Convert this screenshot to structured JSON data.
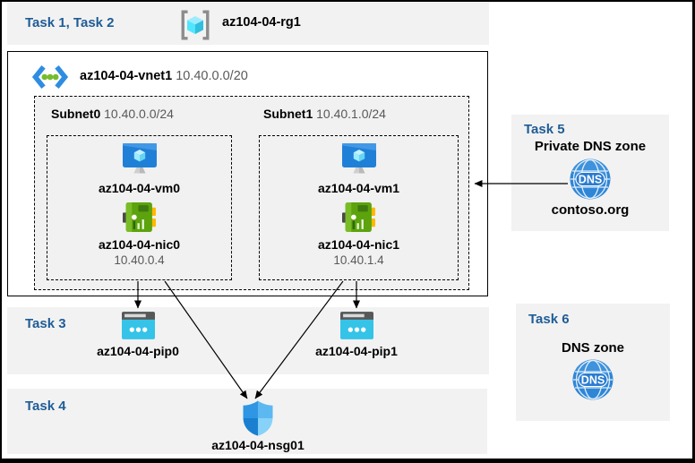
{
  "colors": {
    "task_label": "#1F5C97",
    "panel_bg": "#F2F2F2",
    "muted_text": "#595959",
    "arrow": "#000000",
    "vm_blue": "#2080D8",
    "nic_green": "#5CA30D",
    "pip_cyan": "#35C3E8",
    "nsg_blue": "#2E96E3",
    "dns_blue": "#2F86D6"
  },
  "header": {
    "tasks_label": "Task 1, Task 2",
    "resource_group": "az104-04-rg1"
  },
  "vnet": {
    "name": "az104-04-vnet1",
    "cidr": "10.40.0.0/20",
    "subnets": [
      {
        "name": "Subnet0",
        "cidr": "10.40.0.0/24",
        "vm_name": "az104-04-vm0",
        "nic_name": "az104-04-nic0",
        "nic_ip": "10.40.0.4"
      },
      {
        "name": "Subnet1",
        "cidr": "10.40.1.0/24",
        "vm_name": "az104-04-vm1",
        "nic_name": "az104-04-nic1",
        "nic_ip": "10.40.1.4"
      }
    ]
  },
  "task3": {
    "label": "Task 3",
    "pip0": "az104-04-pip0",
    "pip1": "az104-04-pip1"
  },
  "task4": {
    "label": "Task 4",
    "nsg_name": "az104-04-nsg01"
  },
  "task5": {
    "label": "Task 5",
    "title": "Private DNS zone",
    "zone_name": "contoso.org",
    "dns_icon_text": "DNS"
  },
  "task6": {
    "label": "Task 6",
    "title": "DNS zone",
    "dns_icon_text": "DNS"
  }
}
